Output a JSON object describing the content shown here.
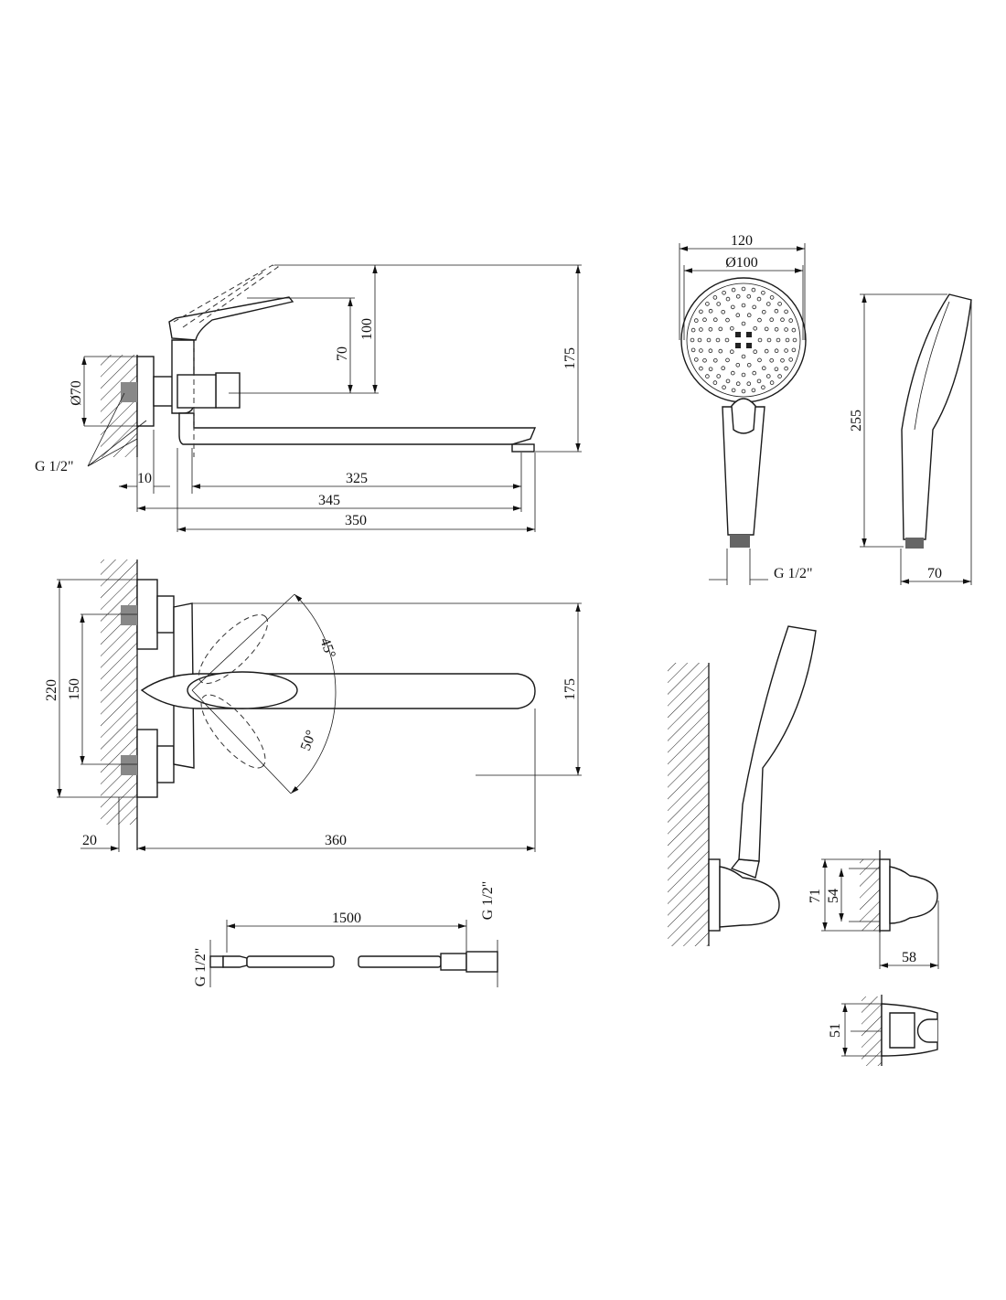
{
  "side_view": {
    "dim_lever_70": "70",
    "dim_lever_100": "100",
    "dim_height_175": "175",
    "dim_flange_dia": "Ø70",
    "thread_label": "G 1/2\"",
    "dim_10": "10",
    "dim_325": "325",
    "dim_345": "345",
    "dim_350": "350"
  },
  "top_view": {
    "dim_220": "220",
    "dim_150": "150",
    "dim_175": "175",
    "angle_45": "45°",
    "angle_50": "50°",
    "dim_20": "20",
    "dim_360": "360"
  },
  "hose": {
    "dim_length": "1500",
    "thread_left": "G 1/2\"",
    "thread_right": "G 1/2\""
  },
  "shower_head": {
    "dim_120": "120",
    "dim_dia_100": "Ø100",
    "dim_255": "255",
    "thread_label": "G 1/2\"",
    "dim_70": "70"
  },
  "holder": {
    "dim_71": "71",
    "dim_54": "54",
    "dim_58": "58",
    "dim_51": "51"
  }
}
